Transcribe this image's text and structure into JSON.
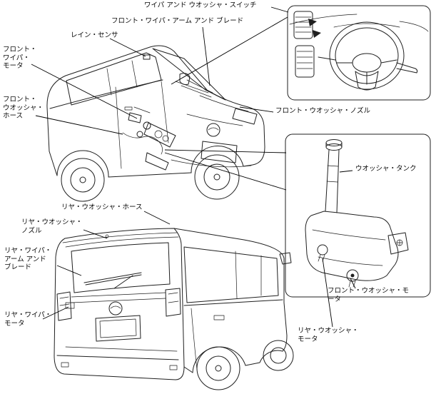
{
  "labels": {
    "wiper_washer_switch": "ワイパ アンド ウオッシャ・スイッチ",
    "front_wiper_arm_blade": "フロント・ワイパ・アーム アンド ブレード",
    "rain_sensor": "レイン・センサ",
    "front_wiper_motor": "フロント・\nワイパ・\nモータ",
    "front_washer_hose": "フロント・\nウオッシャ・\nホース",
    "front_washer_nozzle": "フロント・ウオッシャ・ノズル",
    "washer_tank": "ウオッシャ・タンク",
    "front_washer_motor": "フロント・ウオッシャ・モ\nータ",
    "rear_washer_motor": "リヤ・ウオッシャ・\nモータ",
    "rear_washer_hose": "リヤ・ウオッシャ・ホース",
    "rear_washer_nozzle": "リヤ・ウオッシャ・\nノズル",
    "rear_wiper_arm_blade": "リヤ・ワイパ・\nアーム アンド\nブレード",
    "rear_wiper_motor": "リヤ・ワイパ・\nモータ"
  },
  "colors": {
    "line": "#1f1f1f",
    "background": "#ffffff"
  }
}
